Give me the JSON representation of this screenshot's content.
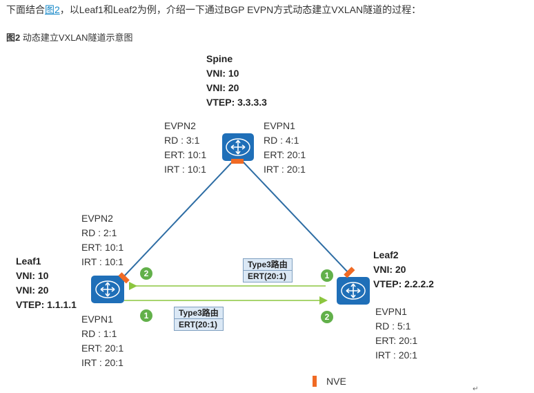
{
  "intro": {
    "before": "下面结合",
    "link": "图2",
    "after": "，以Leaf1和Leaf2为例，介绍一下通过BGP EVPN方式动态建立VXLAN隧道的过程："
  },
  "caption": {
    "label": "图2",
    "text": " 动态建立VXLAN隧道示意图"
  },
  "spine": {
    "name": "Spine",
    "lines": [
      "VNI: 10",
      "VNI: 20",
      "VTEP: 3.3.3.3"
    ],
    "evpn2": [
      "EVPN2",
      "RD  :  3:1",
      "ERT: 10:1",
      "IRT : 10:1"
    ],
    "evpn1": [
      "EVPN1",
      "RD  :  4:1",
      "ERT: 20:1",
      "IRT : 20:1"
    ]
  },
  "leaf1": {
    "name": "Leaf1",
    "lines": [
      "VNI: 10",
      "VNI: 20",
      "VTEP: 1.1.1.1"
    ],
    "evpn2": [
      "EVPN2",
      "RD  :  2:1",
      "ERT: 10:1",
      "IRT : 10:1"
    ],
    "evpn1": [
      "EVPN1",
      "RD  :  1:1",
      "ERT: 20:1",
      "IRT : 20:1"
    ]
  },
  "leaf2": {
    "name": "Leaf2",
    "lines": [
      "VNI: 20",
      "VTEP: 2.2.2.2"
    ],
    "evpn1": [
      "EVPN1",
      "RD  :  5:1",
      "ERT: 20:1",
      "IRT : 20:1"
    ]
  },
  "routes": {
    "upper": {
      "title": "Type3路由",
      "ert": "ERT(20:1)"
    },
    "lower": {
      "title": "Type3路由",
      "ert": "ERT(20:1)"
    }
  },
  "badges": {
    "leaf1_upper": "2",
    "leaf1_lower": "1",
    "leaf2_upper": "1",
    "leaf2_lower": "2"
  },
  "legend": {
    "label": "NVE"
  },
  "return_mark": "↵",
  "colors": {
    "link_line": "#2e6da4",
    "arrow": "#8cc63f",
    "device": "#1f6fb8",
    "nve": "#f06a24",
    "badge": "#62b04a"
  }
}
